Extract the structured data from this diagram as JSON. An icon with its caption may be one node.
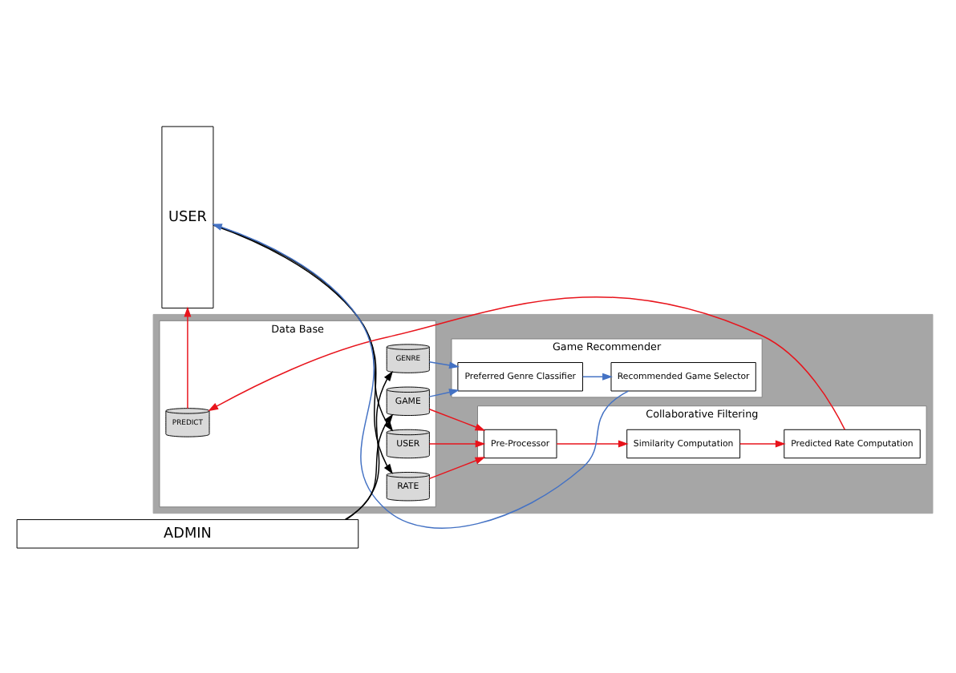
{
  "diagram": {
    "nodes": [
      {
        "text": [
          "USER"
        ]
      },
      {
        "text": [],
        "shape": "box"
      },
      {
        "text": [
          "Data Base"
        ],
        "in": 1
      },
      {
        "text": [
          "USER"
        ],
        "in": 2
      },
      {
        "text": [
          "RATE"
        ],
        "in": 2
      },
      {
        "text": [
          "PREDICT"
        ],
        "in": 2
      },
      {
        "text": [
          "GENRE"
        ],
        "in": 2
      },
      {
        "text": [
          "GAME"
        ],
        "in": 2
      },
      {
        "text": [
          "Collaborative Filtering"
        ],
        "in": 1
      },
      {
        "text": [
          "Pre-Processor"
        ],
        "in": 8
      },
      {
        "text": [
          "Similarity Computation"
        ],
        "in": 8
      },
      {
        "text": [
          "Predicted Rate Computation"
        ],
        "in": 8
      },
      {
        "text": [
          "Game Recommender"
        ],
        "in": 1
      },
      {
        "text": [
          "Preferred Genre Classifier"
        ],
        "in": 12
      },
      {
        "text": [
          "Recommended Game Selector"
        ],
        "in": 12
      },
      {
        "text": [
          "ADMIN"
        ]
      }
    ],
    "edges": [
      {
        "from": 0,
        "to": 3,
        "arrow": "to",
        "color": "#000000"
      },
      {
        "from": 0,
        "to": 4,
        "arrow": "to",
        "color": "#000000"
      },
      {
        "from": 5,
        "to": 0,
        "arrow": "to"
      },
      {
        "from": 3,
        "to": 9,
        "arrow": "to"
      },
      {
        "from": 4,
        "to": 9,
        "arrow": "to"
      },
      {
        "from": 7,
        "to": 9,
        "arrow": "to"
      },
      {
        "from": 9,
        "to": 10,
        "arrow": "to"
      },
      {
        "from": 10,
        "to": 11,
        "arrow": "to"
      },
      {
        "from": 11,
        "to": 5,
        "arrow": "to"
      },
      {
        "from": 6,
        "to": 13,
        "arrow": "to",
        "color": "#4472c4"
      },
      {
        "from": 7,
        "to": 13,
        "arrow": "to",
        "color": "#4472c4"
      },
      {
        "from": 13,
        "to": 14,
        "arrow": "to",
        "color": "#4472c4"
      },
      {
        "from": 14,
        "to": 0,
        "arrow": "to",
        "color": "#4472c4"
      },
      {
        "from": 15,
        "to": 6,
        "arrow": "to",
        "color": "#000000"
      },
      {
        "from": 15,
        "to": 7,
        "arrow": "to",
        "color": "#000000"
      }
    ]
  }
}
